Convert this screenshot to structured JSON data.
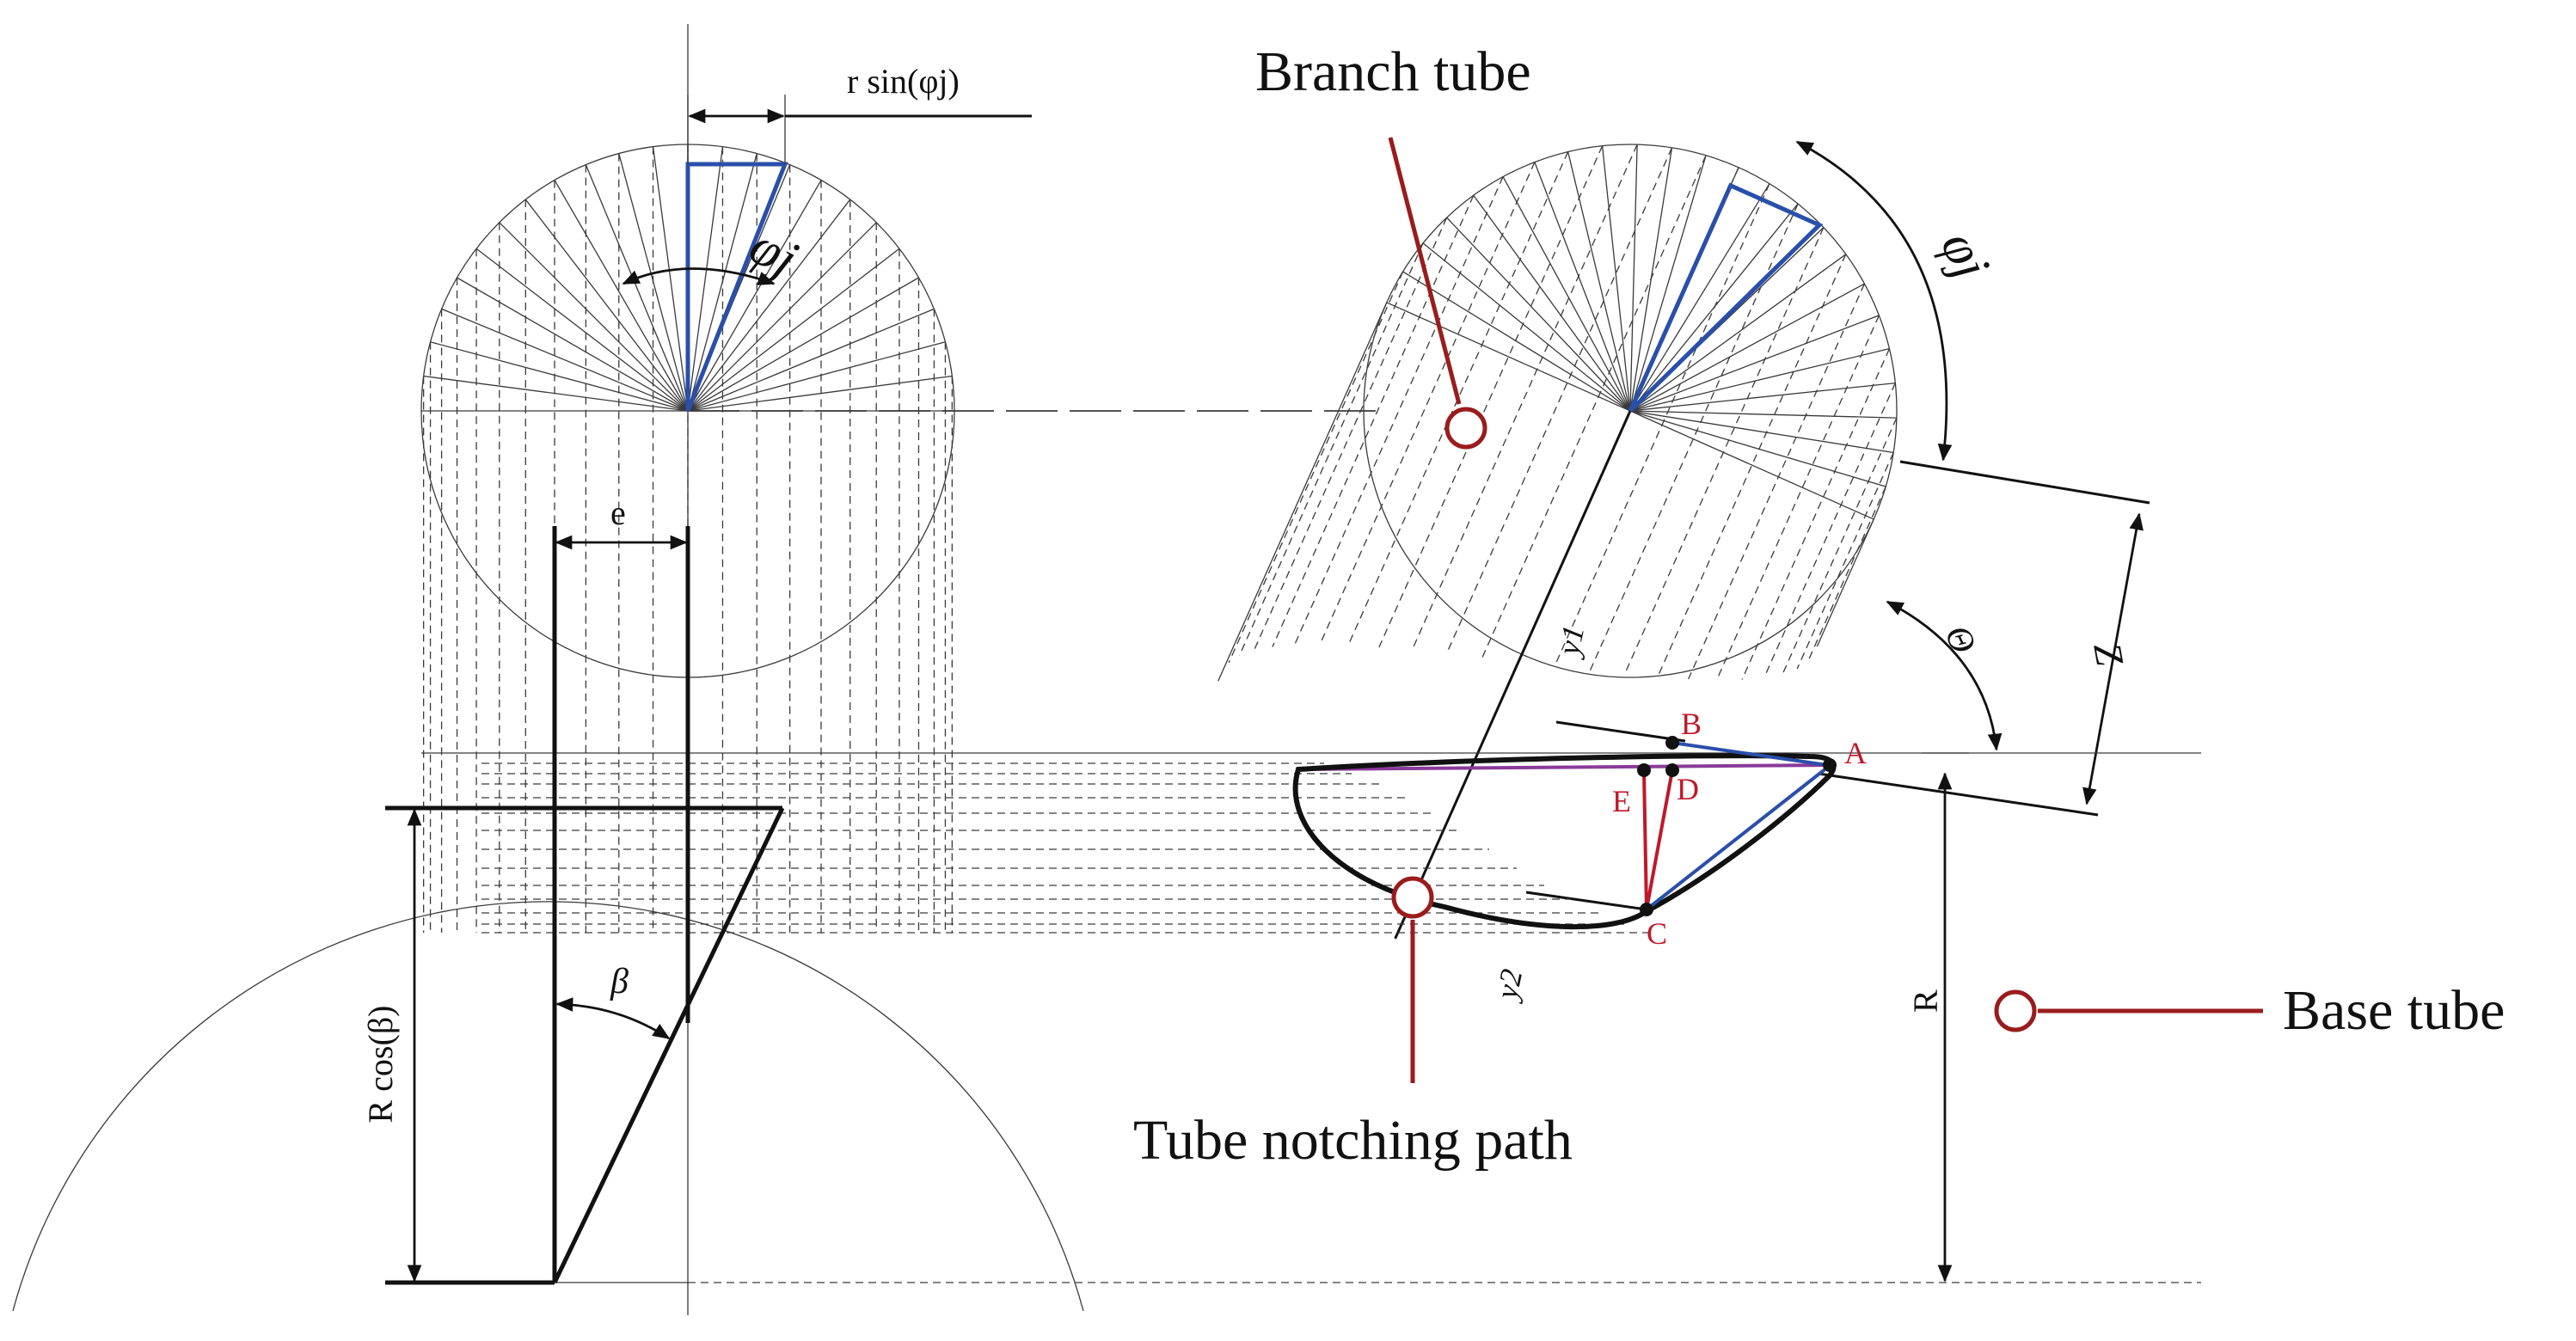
{
  "labels": {
    "branch_tube": "Branch tube",
    "base_tube": "Base tube",
    "notching_path": "Tube notching path",
    "r_sin": "r sin(φj)",
    "phi_j_left": "φj",
    "phi_j_right": "φj",
    "e": "e",
    "R_cos": "R cos(β)",
    "beta": "β",
    "R": "R",
    "Z": "Z",
    "theta": "Θ",
    "y1": "y1",
    "y2": "y2"
  },
  "points": [
    "A",
    "B",
    "C",
    "D",
    "E"
  ],
  "colors": {
    "line": "#111111",
    "construction": "#3a3a3a",
    "blue": "#2a4faa",
    "red": "#c0182a",
    "dark_red": "#9a1c1c",
    "purple": "#8a3a9a"
  }
}
